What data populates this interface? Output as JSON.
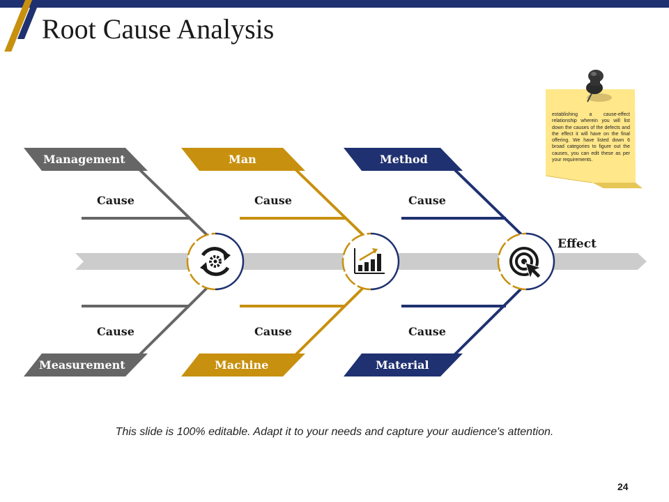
{
  "title": "Root Cause Analysis",
  "categories": {
    "management": "Management",
    "man": "Man",
    "method": "Method",
    "measurement": "Measurement",
    "machine": "Machine",
    "material": "Material"
  },
  "causes": {
    "c1": "Cause",
    "c2": "Cause",
    "c3": "Cause",
    "c4": "Cause",
    "c5": "Cause",
    "c6": "Cause"
  },
  "effect": "Effect",
  "note": "establishing a cause-effect relationship wherein you will list down the causes of the defects and the effect it will have on the final offering. We have listed down 6 broad categories to figure out the causes, you can edit these as per your requirements.",
  "footer": "This slide is 100% editable. Adapt it to your needs and capture your audience's attention.",
  "page_number": "24",
  "icons": [
    "gear-cycle-icon",
    "growth-chart-icon",
    "target-icon",
    "pushpin-icon"
  ],
  "colors": {
    "gray": "#666666",
    "gold": "#c8900f",
    "navy": "#1f3170",
    "spine": "#cccccc",
    "note": "#ffe78a"
  }
}
